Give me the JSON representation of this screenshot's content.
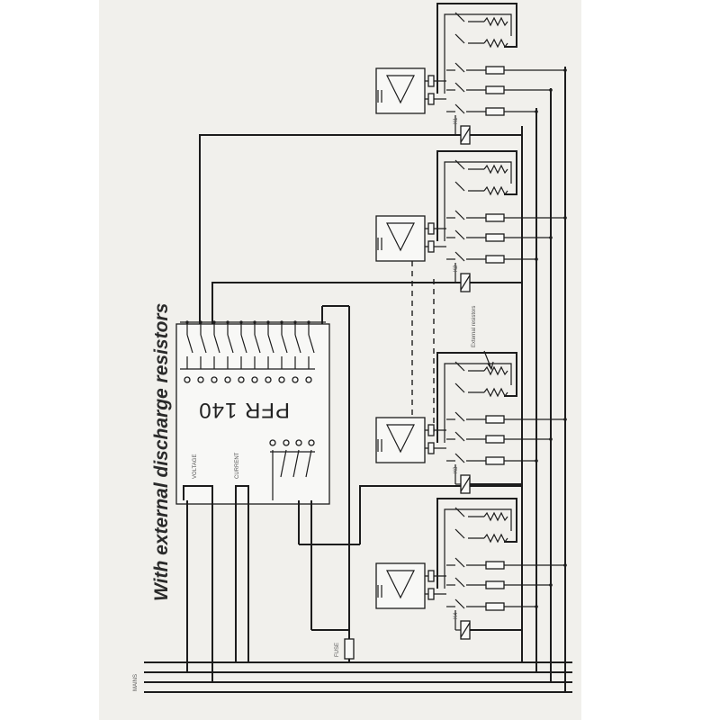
{
  "caption": "With external discharge resistors",
  "controller": {
    "model": "PFR 140",
    "voltage_label": "VOLTAGE",
    "current_label": "CURRENT"
  },
  "annotations": {
    "external_resistors": "External resistors",
    "fuse": "FUSE",
    "mains": "MAINS"
  },
  "stage_labels": [
    "K1",
    "K2",
    "K3",
    "K4"
  ],
  "colors": {
    "ink": "#1c1c1c",
    "paper": "#f1f0ec"
  }
}
